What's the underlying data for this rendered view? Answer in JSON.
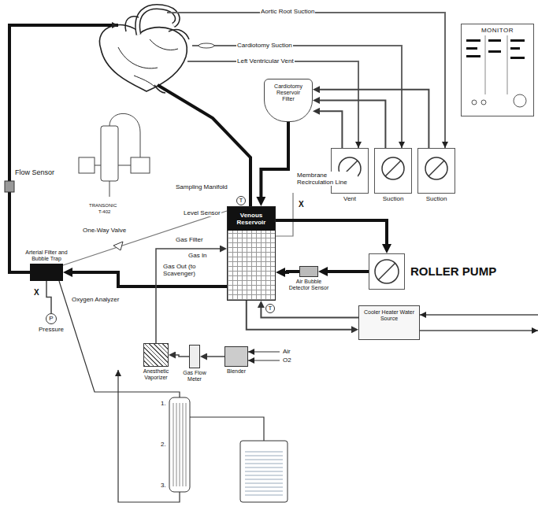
{
  "diagram": {
    "nodes": [
      {
        "text": [
          "MONITOR"
        ]
      },
      {
        "text": [
          "Cardiotomy Reservoir",
          "Filter"
        ]
      },
      {
        "text": [
          "Vent"
        ]
      },
      {
        "text": [
          "Suction"
        ]
      },
      {
        "text": [
          "Suction"
        ]
      },
      {
        "text": [
          "Venous Reservoir"
        ]
      },
      {
        "text": [
          "Air Bubble Detector Sensor"
        ]
      },
      {
        "text": [
          "ROLLER PUMP"
        ]
      },
      {
        "text": [
          "Cooler Heater Water Source"
        ]
      },
      {
        "text": [
          "Arterial Filter and Bubble Trap"
        ]
      },
      {
        "text": [
          "P",
          "Pressure"
        ]
      },
      {
        "text": [
          "Anesthetic Vaporizer"
        ]
      },
      {
        "text": [
          "Gas Flow Meter"
        ]
      },
      {
        "text": [
          "Blender"
        ]
      },
      {
        "text": [
          "T"
        ]
      },
      {
        "text": [
          "T"
        ]
      }
    ],
    "edges": [
      {
        "from": 2,
        "to": 1,
        "arrow": "to"
      },
      {
        "from": 3,
        "to": 1,
        "arrow": "to"
      },
      {
        "from": 4,
        "to": 1,
        "arrow": "to"
      },
      {
        "from": 1,
        "to": 5,
        "arrow": "to"
      },
      {
        "from": 5,
        "to": 7,
        "arrow": "to"
      },
      {
        "from": 7,
        "to": 6,
        "arrow": "to"
      },
      {
        "from": 6,
        "to": 5,
        "arrow": "to"
      },
      {
        "from": 5,
        "to": 9,
        "arrow": "to"
      },
      {
        "from": 8,
        "to": 5,
        "arrow": "to"
      },
      {
        "from": 5,
        "to": 8,
        "arrow": "to"
      },
      {
        "from": 13,
        "to": 12,
        "arrow": "to"
      },
      {
        "from": 12,
        "to": 11,
        "arrow": "to"
      },
      {
        "from": 11,
        "to": 5,
        "arrow": "to"
      },
      {
        "from": 9,
        "to": 10,
        "arrow": "none"
      }
    ],
    "labels": [
      "Aortic Root Suction",
      "Cardiotomy Suction",
      "Left Ventricular Vent",
      "Flow Sensor",
      "TRANSONIC",
      "T-402",
      "Sampling Manifold",
      "Level Sensor",
      "Membrane Recirculation Line",
      "X",
      "One-Way Valve",
      "Gas Filter",
      "Gas In",
      "Gas Out (to Scavenger)",
      "X",
      "Oxygen Analyzer",
      "Air",
      "O2",
      "1.",
      "2.",
      "3."
    ]
  }
}
